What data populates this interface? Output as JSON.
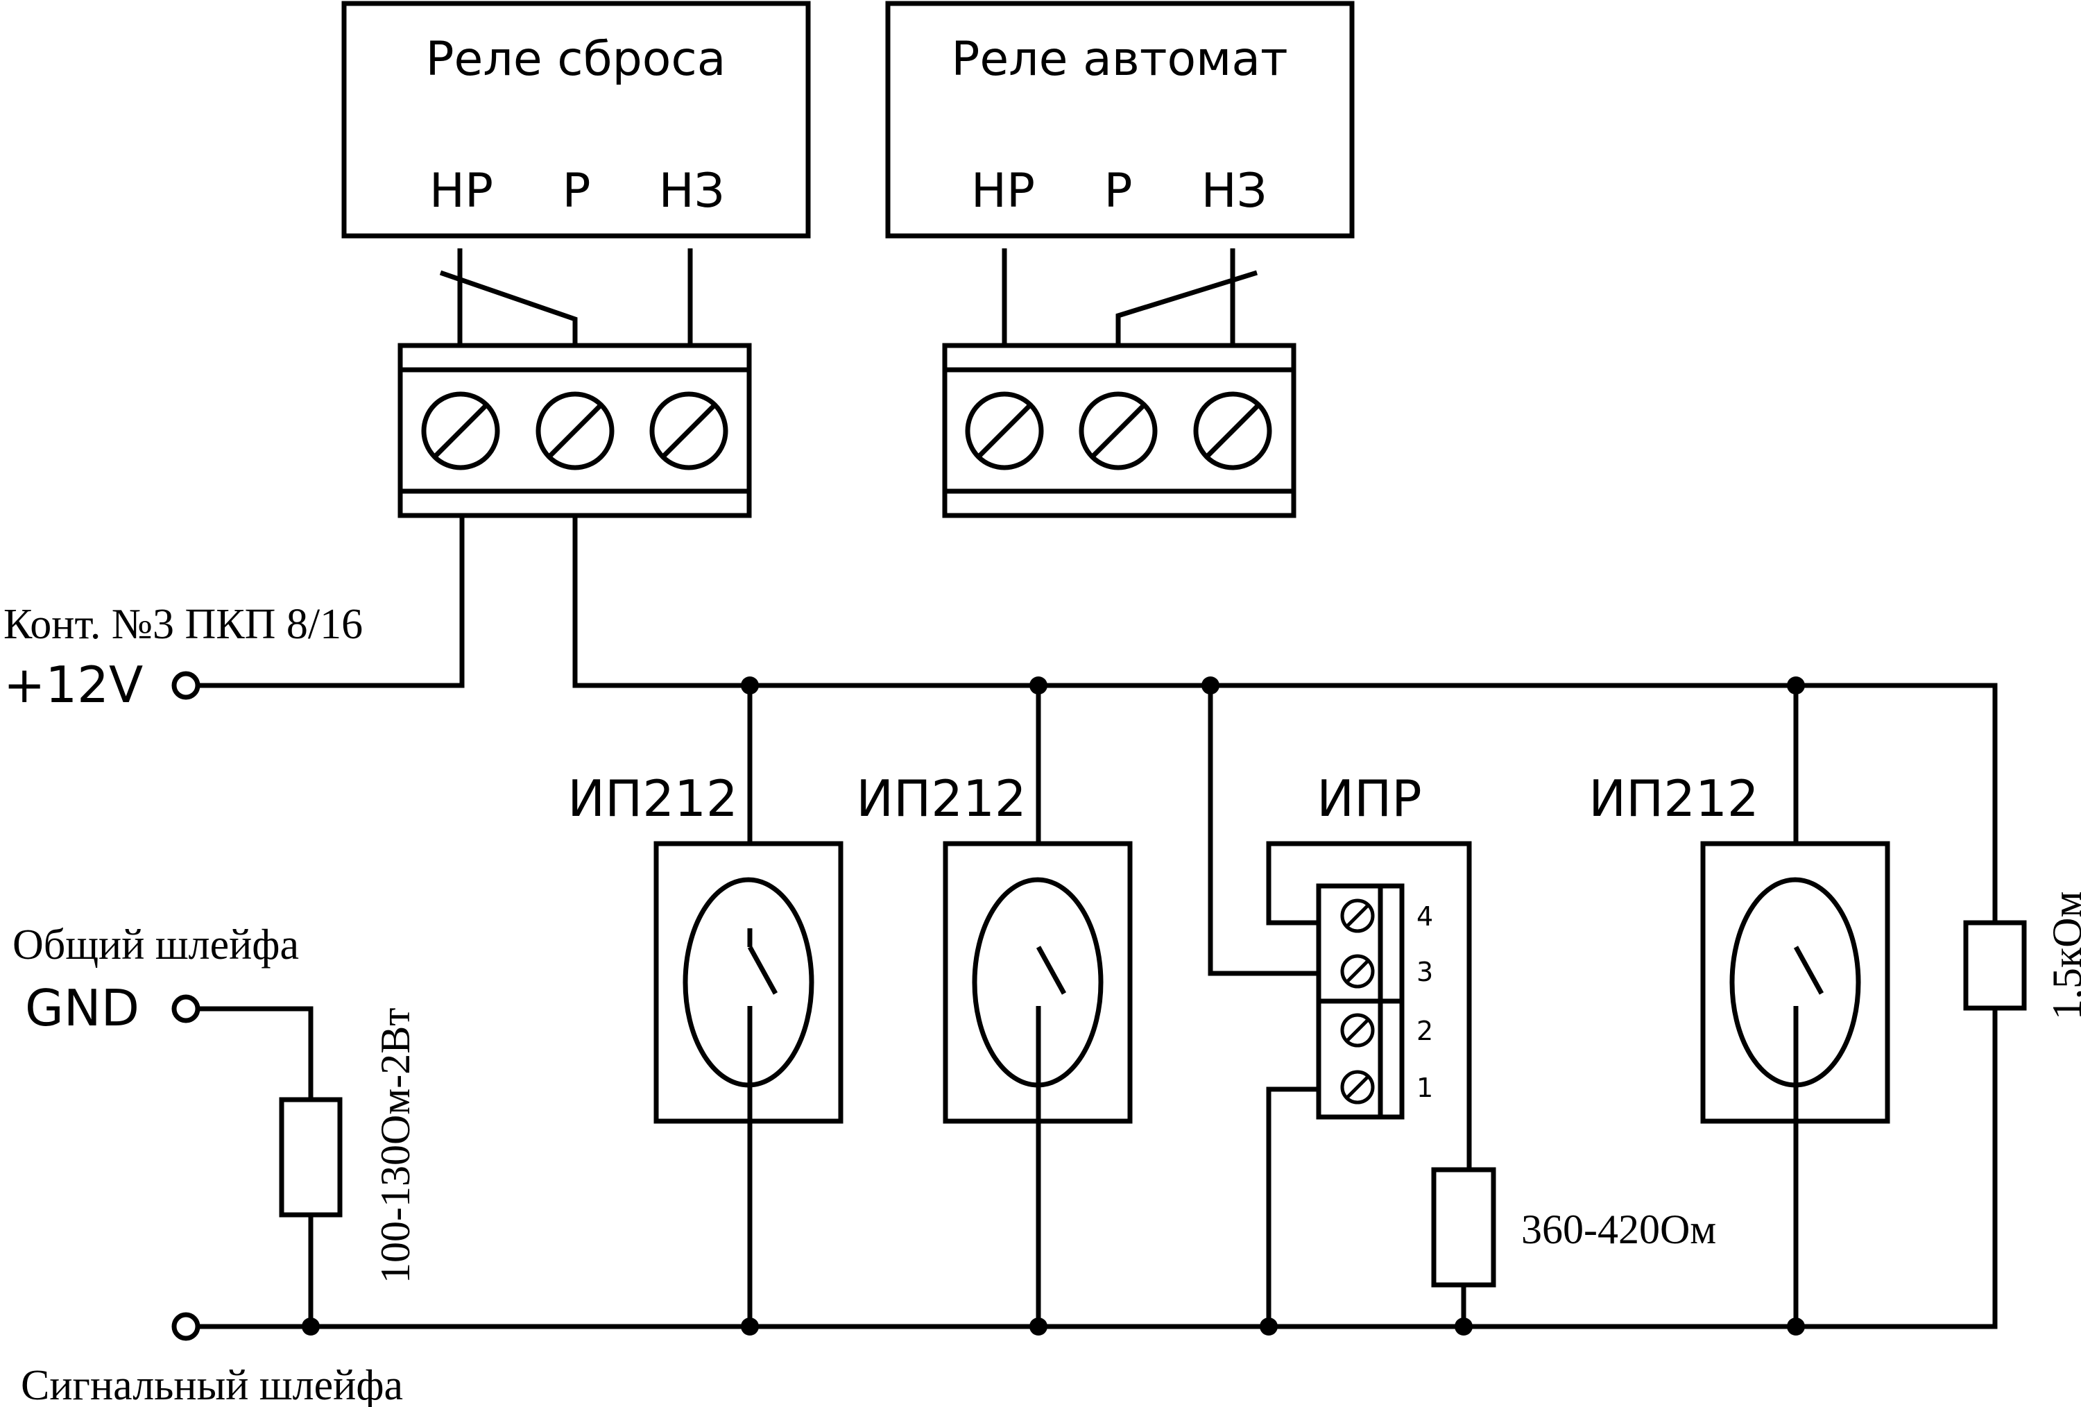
{
  "relay_reset": {
    "title": "Реле сброса",
    "no": "НР",
    "c": "Р",
    "nc": "НЗ"
  },
  "relay_auto": {
    "title": "Реле автомат",
    "no": "НР",
    "c": "Р",
    "nc": "НЗ"
  },
  "power": {
    "note": "Конт. №3 ПКП 8/16",
    "label": "+12V"
  },
  "gnd": {
    "note": "Общий шлейфа",
    "label": "GND"
  },
  "signal": {
    "note": "Сигнальный шлейфа"
  },
  "detectors": [
    "ИП212",
    "ИП212",
    "ИП212"
  ],
  "ipr": {
    "label": "ИПР",
    "pins": [
      "4",
      "3",
      "2",
      "1"
    ]
  },
  "resistors": {
    "gnd_resistor": "100-130Ом-2Вт",
    "ipr_resistor": "360-420Ом",
    "end_resistor": "1,5кОм"
  },
  "colors": {
    "ink": "#000000",
    "background": "#ffffff"
  }
}
